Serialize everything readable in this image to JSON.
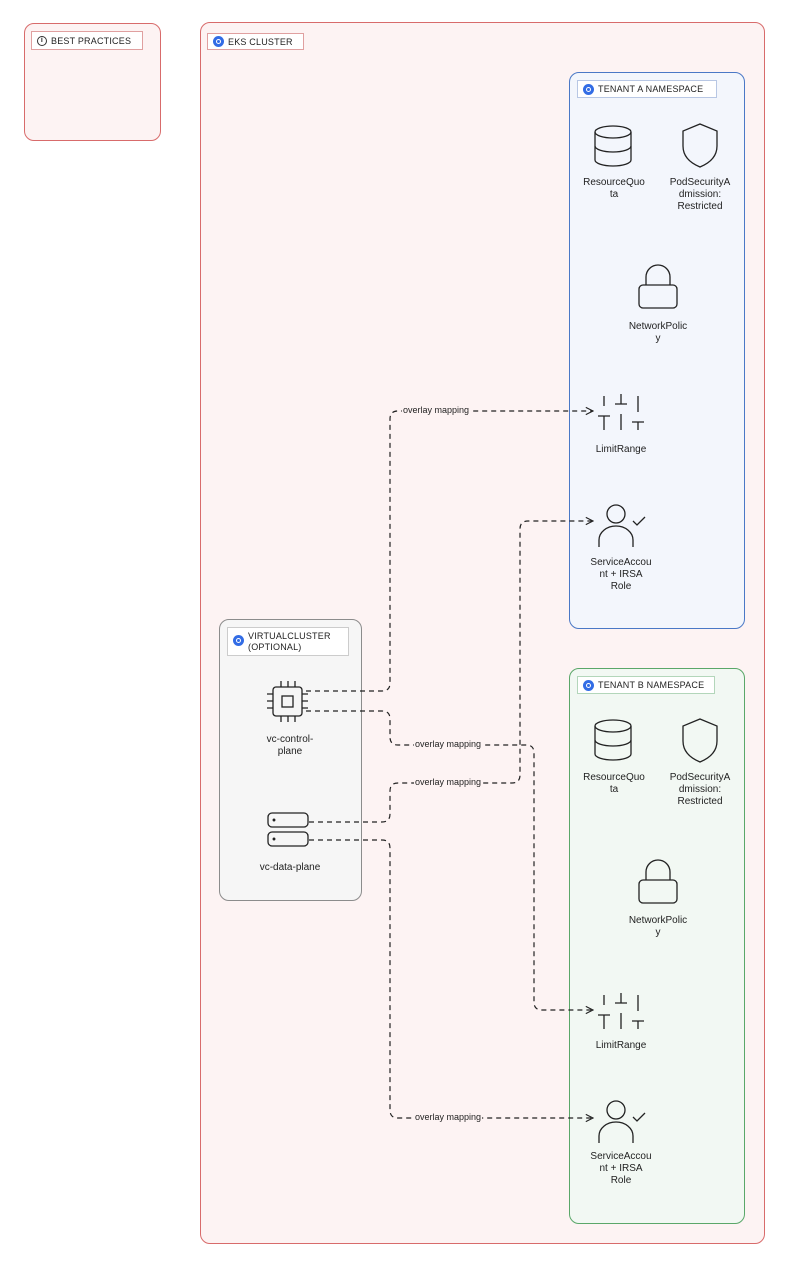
{
  "groups": {
    "best_practices": "BEST PRACTICES",
    "eks_cluster": "EKS CLUSTER",
    "tenant_a": "TENANT A NAMESPACE",
    "tenant_b": "TENANT B NAMESPACE",
    "virtualcluster": "VIRTUALCLUSTER\n(OPTIONAL)"
  },
  "tenant_a": {
    "resource_quota": "ResourceQuo\nta",
    "pod_security": "PodSecurityA\ndmission:\nRestricted",
    "network_policy": "NetworkPolic\ny",
    "limit_range": "LimitRange",
    "service_account": "ServiceAccou\nnt + IRSA\nRole"
  },
  "tenant_b": {
    "resource_quota": "ResourceQuo\nta",
    "pod_security": "PodSecurityA\ndmission:\nRestricted",
    "network_policy": "NetworkPolic\ny",
    "limit_range": "LimitRange",
    "service_account": "ServiceAccou\nnt + IRSA\nRole"
  },
  "virtualcluster": {
    "control_plane": "vc-control-\nplane",
    "data_plane": "vc-data-plane"
  },
  "edges": {
    "e1": "overlay mapping",
    "e2": "overlay mapping",
    "e3": "overlay mapping",
    "e4": "overlay mapping"
  },
  "colors": {
    "cluster_border": "#d86b6b",
    "tenant_a_border": "#4a78c6",
    "tenant_b_border": "#5aa769",
    "vc_border": "#8c8c8c",
    "kubernetes_blue": "#326ce5"
  }
}
